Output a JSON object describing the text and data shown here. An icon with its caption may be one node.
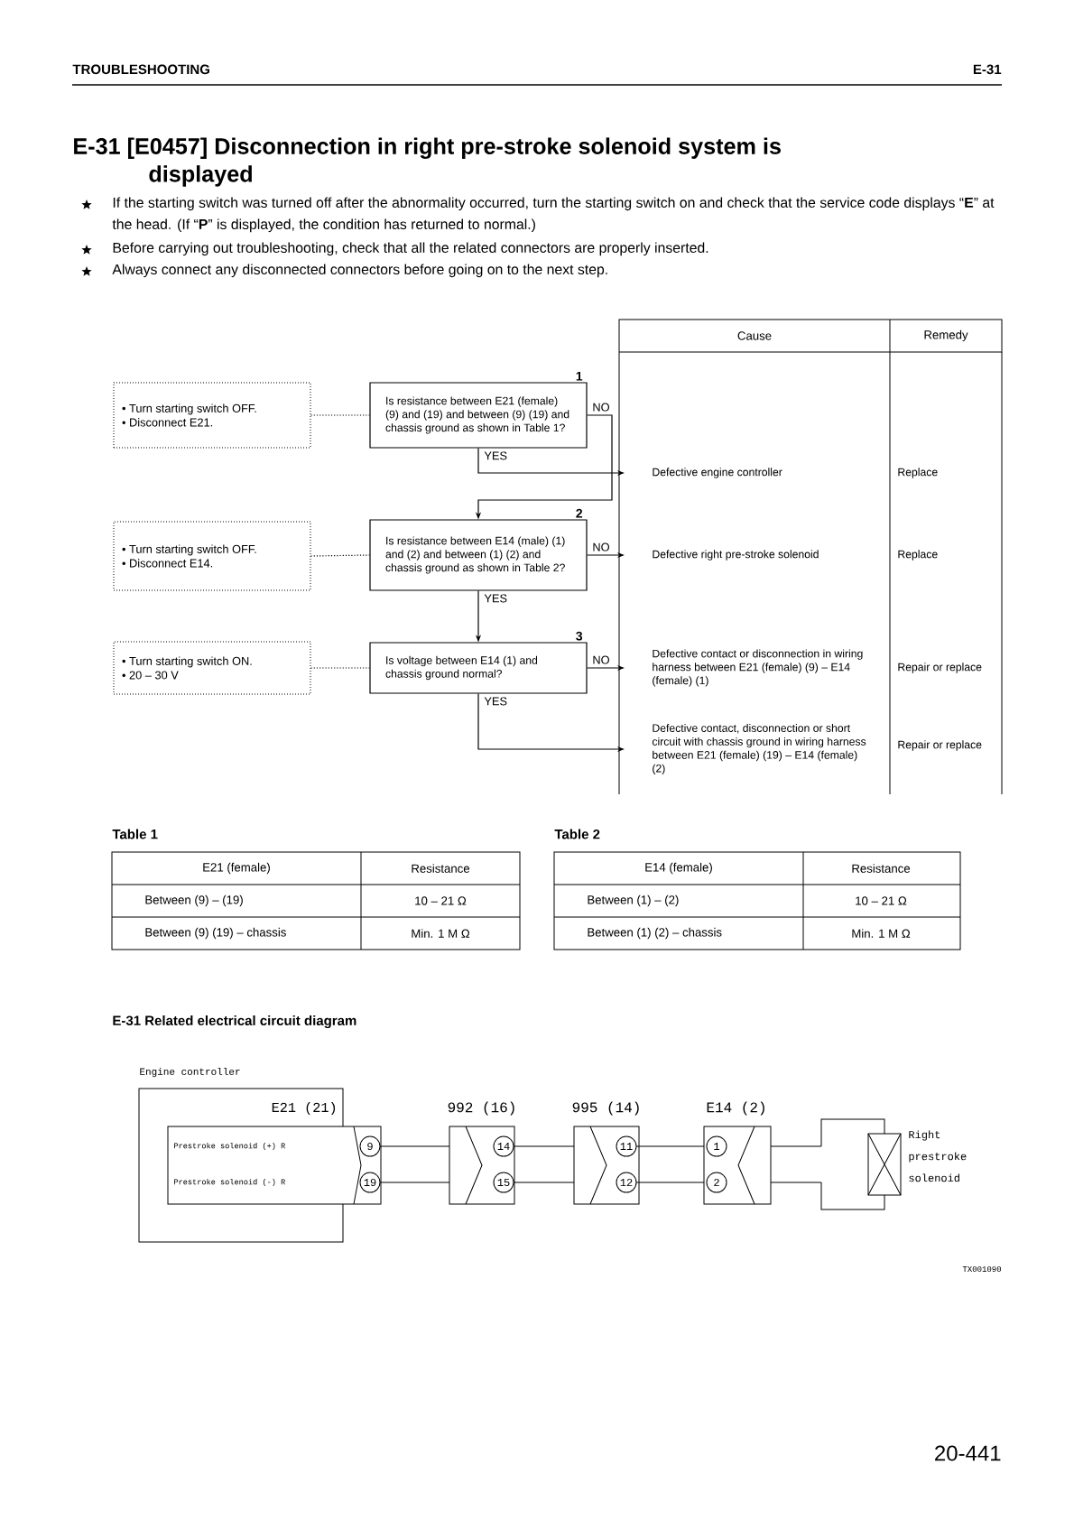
{
  "diagram": {
    "title": "E-31 [E0457] Disconnection in right pre-stroke solenoid system is displayed",
    "nodes": [
      {
        "text": [
          "• Turn starting switch OFF.",
          "• Disconnect E21."
        ]
      },
      {
        "text": [
          "Is resistance between E21 (female) (9) and (19) and between (9) (19) and chassis ground as shown in Table 1?"
        ],
        "beside": [
          "1"
        ]
      },
      {
        "text": [
          "• Turn starting switch OFF.",
          "• Disconnect E14."
        ]
      },
      {
        "text": [
          "Is resistance between E14 (male) (1) and (2) and between (1) (2) and chassis ground as shown in Table 2?"
        ],
        "beside": [
          "2"
        ]
      },
      {
        "text": [
          "• Turn starting switch ON.",
          "• 20 – 30 V"
        ]
      },
      {
        "text": [
          "Is voltage between E14 (1) and chassis ground normal?"
        ],
        "beside": [
          "3"
        ]
      },
      {
        "text": [
          "Defective engine controller"
        ]
      },
      {
        "text": [
          "Defective right pre-stroke solenoid"
        ]
      },
      {
        "text": [
          "Defective contact or disconnection in wiring harness between E21 (female) (9) – E14 (female) (1)"
        ]
      },
      {
        "text": [
          "Defective contact, disconnection or short circuit with chassis ground in wiring harness between E21 (female) (19) – E14 (female) (2)"
        ]
      }
    ],
    "edges": [
      {
        "from": 0,
        "to": 1,
        "arrow": "none",
        "style": "dashed"
      },
      {
        "from": 2,
        "to": 3,
        "arrow": "none",
        "style": "dashed"
      },
      {
        "from": 4,
        "to": 5,
        "arrow": "none",
        "style": "dashed"
      },
      {
        "from": 1,
        "to": 6,
        "arrow": "to",
        "label": "YES"
      },
      {
        "from": 1,
        "to": 3,
        "arrow": "to",
        "label": "NO"
      },
      {
        "from": 3,
        "to": 7,
        "arrow": "to",
        "label": "NO"
      },
      {
        "from": 3,
        "to": 5,
        "arrow": "to",
        "label": "YES"
      },
      {
        "from": 5,
        "to": 8,
        "arrow": "to",
        "label": "NO"
      },
      {
        "from": 5,
        "to": 9,
        "arrow": "to",
        "label": "YES"
      }
    ],
    "labels": [
      "TROUBLESHOOTING",
      "E-31",
      "If the starting switch was turned off after the abnormality occurred, turn the starting switch on and check that the service code displays “**E**” at the head. (If “**P**” is displayed, the condition has returned to normal.)",
      "Before carrying out troubleshooting, check that all the related connectors are properly inserted.",
      "Always connect any disconnected connectors before going on to the next step.",
      "Cause",
      "Remedy",
      "Table 1",
      "E21 (female)",
      "Resistance",
      "Between (9) – (19)",
      "10 – 21 Ω",
      "Between (9) (19) – chassis",
      "Min. 1 M Ω",
      "Table 2",
      "E14 (female)",
      "Resistance",
      "Between (1) – (2)",
      "10 – 21 Ω",
      "Between (1) (2) – chassis",
      "Min. 1 M Ω",
      "E-31 Related electrical circuit diagram",
      "Engine controller",
      "E21 (21)",
      "992 (16)",
      "995 (14)",
      "E14 (2)",
      "Prestroke solenoid (+) R",
      "9",
      "14",
      "11",
      "1",
      "Prestroke solenoid (-) R",
      "19",
      "15",
      "12",
      "2",
      "Right prestroke solenoid",
      "TX001090",
      "20-441",
      "Replace",
      "Replace",
      "Repair or replace",
      "Repair or replace"
    ]
  }
}
